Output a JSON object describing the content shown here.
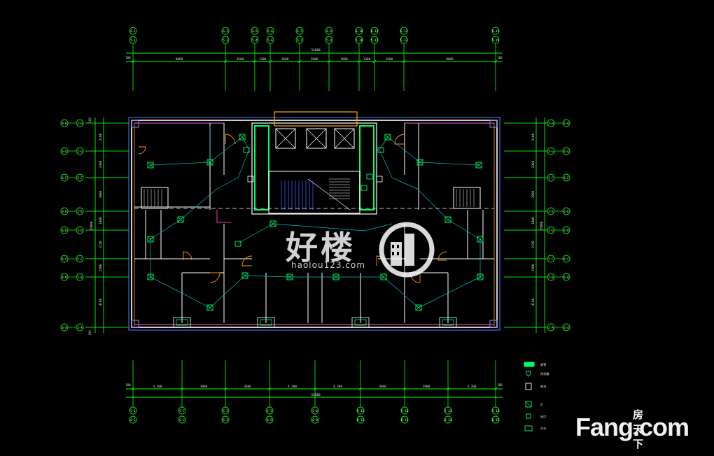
{
  "top_axes": [
    {
      "a": "6-1",
      "b": "5-1"
    },
    {
      "a": "6-3",
      "b": "5-3"
    },
    {
      "a": "6-6",
      "b": "5-4"
    },
    {
      "a": "6-6",
      "b": "5-6"
    },
    {
      "a": "6-7",
      "b": "5-7"
    },
    {
      "a": "6-9",
      "b": "5-9"
    },
    {
      "a": "6-10",
      "b": "5-10"
    },
    {
      "a": "6-12",
      "b": "5-12"
    },
    {
      "a": "6-13",
      "b": "5-13"
    },
    {
      "a": "6-15",
      "b": "5-15"
    }
  ],
  "top_dims": {
    "total": "31800",
    "segments": [
      "8080",
      "3600",
      "1300",
      "2600",
      "2600",
      "2600",
      "1300",
      "3600",
      "8080"
    ],
    "end_mark": "100"
  },
  "bottom_axes": [
    {
      "a": "5-1",
      "b": "6-1"
    },
    {
      "a": "5-7",
      "b": "6-2"
    },
    {
      "a": "5-3",
      "b": "6-3"
    },
    {
      "a": "5-5",
      "b": "6-5"
    },
    {
      "a": "5-8",
      "b": "6-8"
    },
    {
      "a": "5-11",
      "b": "6-11"
    },
    {
      "a": "5-13",
      "b": "6-13"
    },
    {
      "a": "5-14",
      "b": "6-14"
    },
    {
      "a": "5-15",
      "b": "6-15"
    }
  ],
  "bottom_dims": {
    "total": "31800",
    "segments": [
      "4,200",
      "3900",
      "3600",
      "4,200",
      "4,200",
      "3600",
      "3900",
      "4,200"
    ],
    "end_mark": "100"
  },
  "left_axes": [
    {
      "a": "6-H",
      "b": "5-H"
    },
    {
      "a": "6-G",
      "b": "5-G"
    },
    {
      "a": "6-F",
      "b": "5-F"
    },
    {
      "a": "6-E",
      "b": "5-E"
    },
    {
      "a": "6-D",
      "b": "5-D"
    },
    {
      "a": "6-C",
      "b": "5-C"
    },
    {
      "a": "6-B",
      "b": "5-B"
    },
    {
      "a": "6-A",
      "b": "5-A"
    }
  ],
  "right_axes": [
    {
      "a": "5-H",
      "b": "6-H"
    },
    {
      "a": "5-G",
      "b": "6-G"
    },
    {
      "a": "5-F",
      "b": "6-F"
    },
    {
      "a": "5-E",
      "b": "6-E"
    },
    {
      "a": "5-D",
      "b": "6-D"
    },
    {
      "a": "5-C",
      "b": "6-C"
    },
    {
      "a": "5-B",
      "b": "6-B"
    },
    {
      "a": "5-A",
      "b": "6-A"
    }
  ],
  "side_dims": {
    "total": "15800",
    "segments": [
      "2100",
      "2300",
      "2900",
      "1800",
      "2150",
      "1500",
      "4100"
    ],
    "end_mark": "100"
  },
  "legend": [
    {
      "symbol": "bar",
      "label": "报警"
    },
    {
      "symbol": "shield",
      "label": "探测器"
    },
    {
      "symbol": "box",
      "label": "模块"
    },
    {
      "symbol": "x-box",
      "label": "灯"
    },
    {
      "symbol": "small-x",
      "label": "出口"
    },
    {
      "symbol": "alarm",
      "label": "声光"
    }
  ],
  "watermark": {
    "name": "好楼",
    "url": "haolou123.com"
  },
  "brand": {
    "en": "Fang.com",
    "cn": "房天下"
  },
  "colors": {
    "axis": "#00e600",
    "wall": "#ffffff",
    "wire": "#00c0c0",
    "door": "#ff9900",
    "dim": "#00ff00",
    "text": "#e0e0e0"
  }
}
